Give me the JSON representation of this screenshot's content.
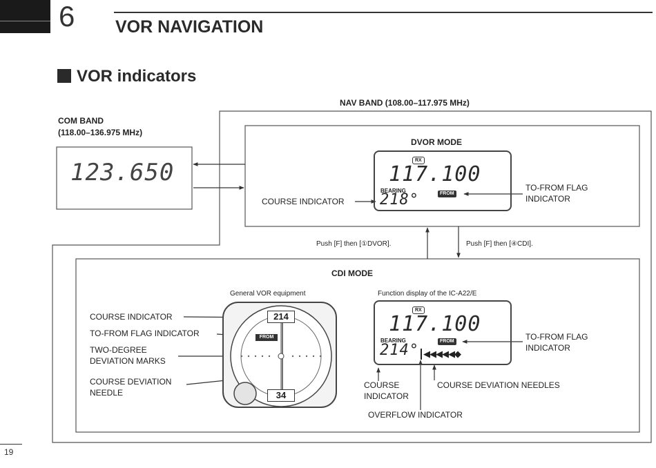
{
  "header": {
    "chapter_number": "6",
    "chapter_title": "VOR NAVIGATION",
    "section_title": "VOR indicators"
  },
  "nav_band": {
    "label": "NAV BAND (108.00–117.975 MHz)"
  },
  "com_band": {
    "label_line1": "COM BAND",
    "label_line2": "(118.00–136.975 MHz)",
    "display_value": "123.650"
  },
  "dvor_mode": {
    "title": "DVOR MODE",
    "rx": "RX",
    "frequency": "117.100",
    "bearing_label": "BEARING",
    "bearing_value": "218°",
    "flag": "FROM",
    "course_indicator_label": "COURSE INDICATOR",
    "to_from_label_line1": "TO-FROM FLAG",
    "to_from_label_line2": "INDICATOR"
  },
  "push_instructions": {
    "to_dvor": "Push [F] then [①DVOR].",
    "to_cdi": "Push [F] then [④CDI]."
  },
  "cdi_mode": {
    "title": "CDI MODE",
    "general_caption": "General VOR equipment",
    "function_caption": "Function display of the IC-A22/E",
    "general_labels": {
      "course_indicator": "COURSE INDICATOR",
      "to_from_flag": "TO-FROM FLAG INDICATOR",
      "two_degree_line1": "TWO-DEGREE",
      "two_degree_line2": "DEVIATION MARKS",
      "needle_line1": "COURSE DEVIATION",
      "needle_line2": "NEEDLE"
    },
    "instrument": {
      "course_top": "214",
      "course_bottom": "34",
      "flag": "FROM"
    },
    "lcd": {
      "rx": "RX",
      "frequency": "117.100",
      "bearing_label": "BEARING",
      "bearing_value": "214°",
      "flag": "FROM",
      "needles": "◀◀◀◀◀◆"
    },
    "lcd_labels": {
      "to_from_line1": "TO-FROM FLAG",
      "to_from_line2": "INDICATOR",
      "course_line1": "COURSE",
      "course_line2": "INDICATOR",
      "needles": "COURSE DEVIATION NEEDLES",
      "overflow": "OVERFLOW INDICATOR"
    }
  },
  "footer": {
    "page_number": "19"
  }
}
